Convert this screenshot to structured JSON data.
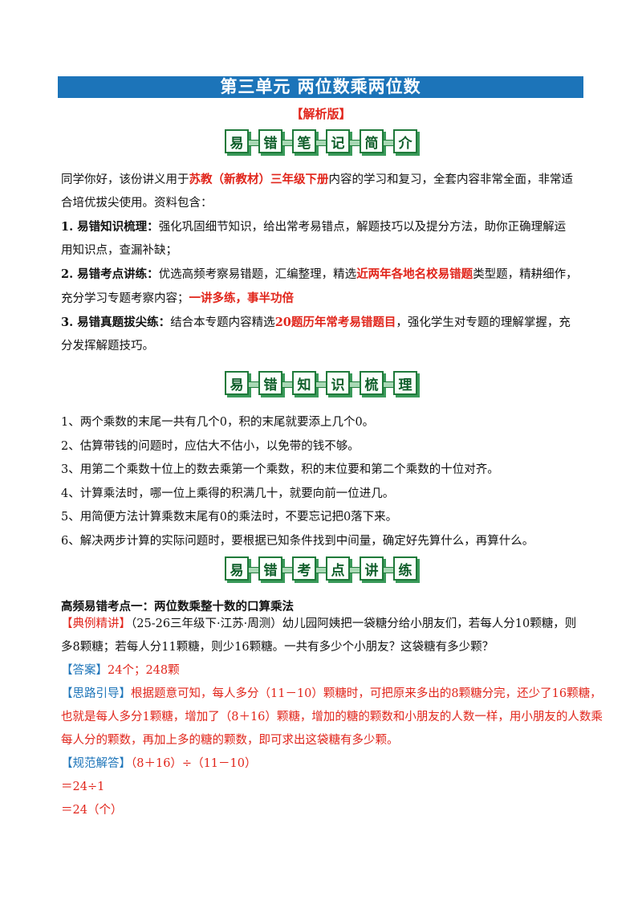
{
  "title": "第三单元  两位数乘两位数",
  "subtitle": "【解析版】",
  "heading1": [
    "易",
    "错",
    "笔",
    "记",
    "简",
    "介"
  ],
  "intro": {
    "l1a": "同学你好，该份讲义用于",
    "l1b": "苏教（新教材）三年级下册",
    "l1c": "内容的学习和复习，全套内容非常全面，非常适",
    "l2": "合培优拔尖使用。资料包含：",
    "i1_label": "1. 易错知识梳理：",
    "i1_text": "强化巩固细节知识，给出常考易错点，解题技巧以及提分方法，助你正确理解运",
    "i1_text2": "用知识点，查漏补缺；",
    "i2_label": "2. 易错考点讲练：",
    "i2_text": "优选高频考察易错题，汇编整理，精选",
    "i2_red": "近两年各地名校易错题",
    "i2_text_b": "类型题，精耕细作，",
    "i2_text2": "充分学习专题考察内容；",
    "i2_red2": "一讲多练，事半功倍",
    "i3_label": "3. 易错真题拔尖练：",
    "i3_text": "结合本专题内容精选",
    "i3_red": "20题历年常考易错题目",
    "i3_text_b": "，强化学生对专题的理解掌握，充",
    "i3_text2": "分发挥解题技巧。"
  },
  "heading2": [
    "易",
    "错",
    "知",
    "识",
    "梳",
    "理"
  ],
  "knowledge": [
    "1、两个乘数的末尾一共有几个0，积的末尾就要添上几个0。",
    "2、估算带钱的问题时，应估大不估小，以免带的钱不够。",
    "3、用第二个乘数十位上的数去乘第一个乘数，积的末位要和第二个乘数的十位对齐。",
    "4、计算乘法时，哪一位上乘得的积满几十，就要向前一位进几。",
    "5、用简便方法计算乘数末尾有0的乘法时，不要忘记把0落下来。",
    "6、解决两步计算的实际问题时，要根据已知条件找到中间量，确定好先算什么，再算什么。"
  ],
  "heading3": [
    "易",
    "错",
    "考",
    "点",
    "讲",
    "练"
  ],
  "section": {
    "title": "高频易错考点一：两位数乘整十数的口算乘法",
    "example_tag": "【典例精讲】",
    "example_l1": "（25-26三年级下·江苏·周测）幼儿园阿姨把一袋糖分给小朋友们，若每人分10颗糖，则",
    "example_l2": "多8颗糖；若每人分11颗糖，则少16颗糖。一共有多少个小朋友？这袋糖有多少颗？",
    "answer_tag": "【答案】",
    "answer": "24个；248颗",
    "idea_tag": "【思路引导】",
    "idea_l1": "根据题意可知，每人多分（11－10）颗糖时，可把原来多出的8颗糖分完，还少了16颗糖，",
    "idea_l2": "也就是每人多分1颗糖，增加了（8＋16）颗糖，增加的糖的颗数和小朋友的人数一样，用小朋友的人数乘",
    "idea_l3": "每人分的颗数，再加上多的糖的颗数，即可求出这袋糖有多少颗。",
    "sol_tag": "【规范解答】",
    "sol_l1": "（8＋16）÷（11－10）",
    "sol_l2": "＝24÷1",
    "sol_l3": "＝24（个）"
  }
}
